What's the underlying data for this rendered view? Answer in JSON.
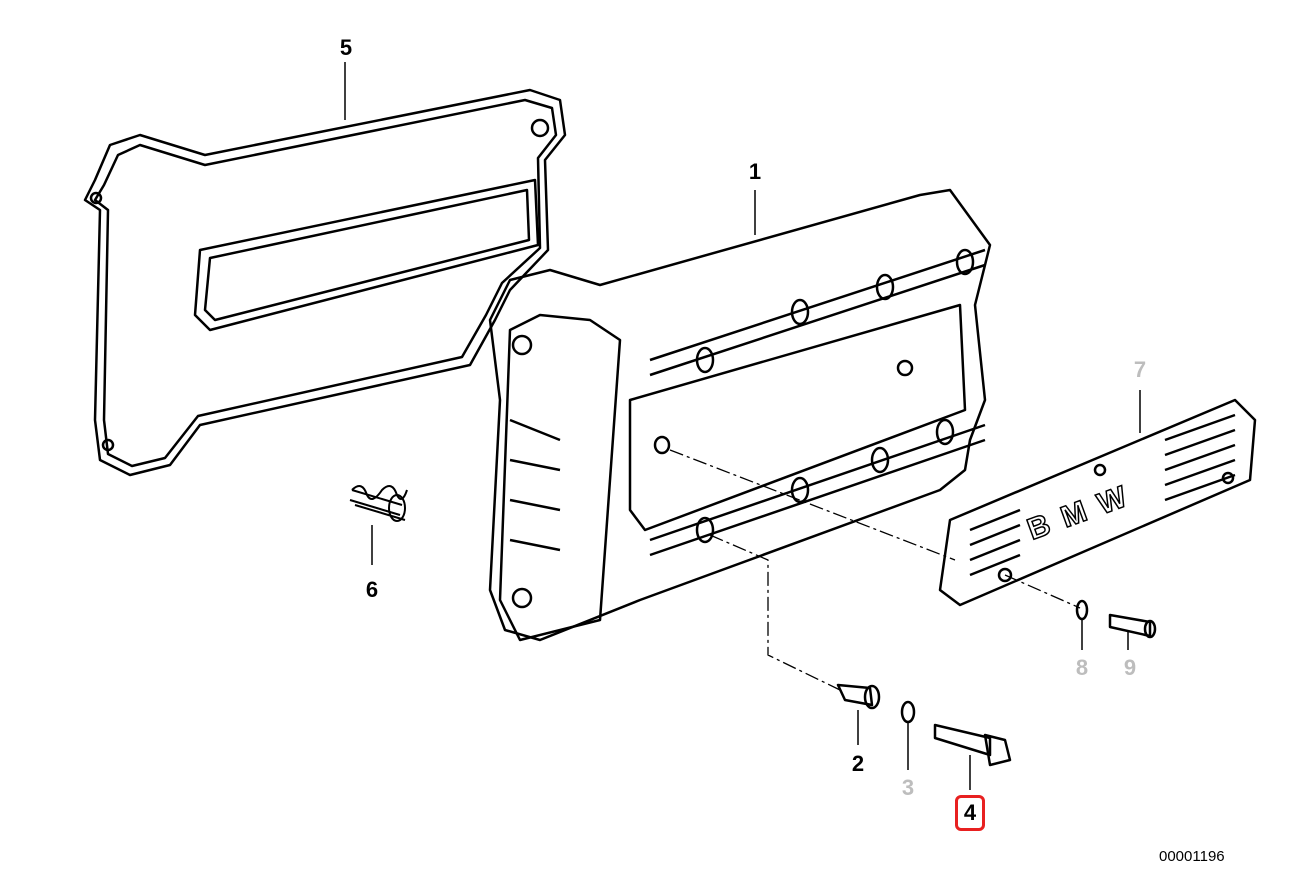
{
  "diagram": {
    "callouts": [
      {
        "id": "1",
        "label": "1",
        "state": "normal"
      },
      {
        "id": "2",
        "label": "2",
        "state": "normal"
      },
      {
        "id": "3",
        "label": "3",
        "state": "unavailable"
      },
      {
        "id": "4",
        "label": "4",
        "state": "selected"
      },
      {
        "id": "5",
        "label": "5",
        "state": "normal"
      },
      {
        "id": "6",
        "label": "6",
        "state": "normal"
      },
      {
        "id": "7",
        "label": "7",
        "state": "unavailable"
      },
      {
        "id": "8",
        "label": "8",
        "state": "unavailable"
      },
      {
        "id": "9",
        "label": "9",
        "state": "unavailable"
      }
    ],
    "cover_logo_text": "BMW",
    "document_number": "00001196",
    "colors": {
      "line": "#000000",
      "unavailable": "#bdbdbd",
      "selected_box": "#e82020"
    }
  }
}
